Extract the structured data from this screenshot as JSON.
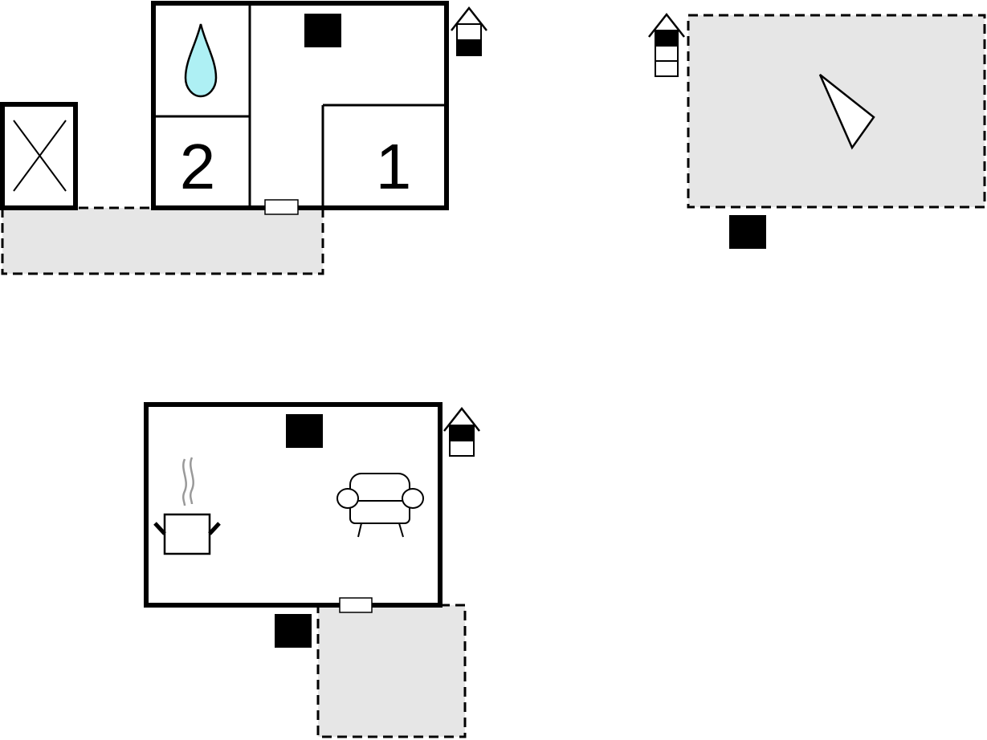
{
  "floors": [
    {
      "name": "floor-ground-left",
      "rooms": [
        {
          "label": "2"
        },
        {
          "label": "1"
        }
      ],
      "icons": [
        "water-drop-icon",
        "radiator-icon",
        "floor-indicator-icon",
        "outbuilding-x-icon",
        "door-icon"
      ]
    },
    {
      "name": "floor-upper-right",
      "icons": [
        "triangle-sign-icon",
        "radiator-icon",
        "floor-indicator-icon"
      ]
    },
    {
      "name": "floor-lower",
      "icons": [
        "cooking-pot-icon",
        "armchair-icon",
        "radiator-icon",
        "floor-indicator-icon",
        "door-icon"
      ]
    }
  ],
  "colors": {
    "wall": "#000000",
    "terrace": "#e6e6e6",
    "water": "#aef0f4",
    "steam": "#999999"
  }
}
